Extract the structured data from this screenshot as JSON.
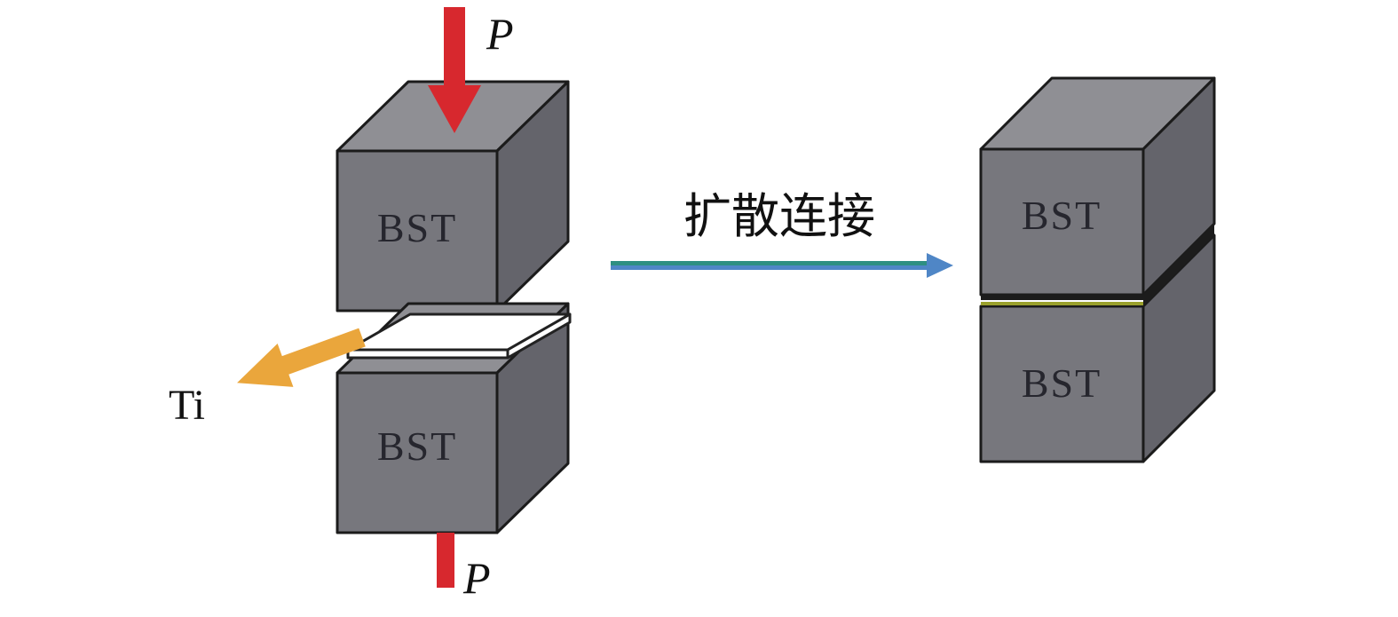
{
  "left_assembly": {
    "pressure_label_top": "P",
    "pressure_label_bottom": "P",
    "interlayer_label": "Ti",
    "cube_top_label": "BST",
    "cube_bottom_label": "BST"
  },
  "process": {
    "arrow_label": "扩散连接"
  },
  "right_assembly": {
    "cube_top_label": "BST",
    "cube_bottom_label": "BST"
  },
  "colors": {
    "background": "#ffffff",
    "cube_front": "#77777d",
    "cube_top": "#8f8f94",
    "cube_side": "#64646b",
    "cube_outline": "#1b1b1b",
    "pressure_arrow": "#d7282e",
    "ti_arrow": "#eaa63c",
    "foil_fill": "#ffffff",
    "process_arrow_top": "#2e8f82",
    "process_arrow_bottom": "#4f86c6",
    "bond_seam_dark": "#1c1c1c",
    "bond_seam_yellow": "#9aa02c"
  }
}
